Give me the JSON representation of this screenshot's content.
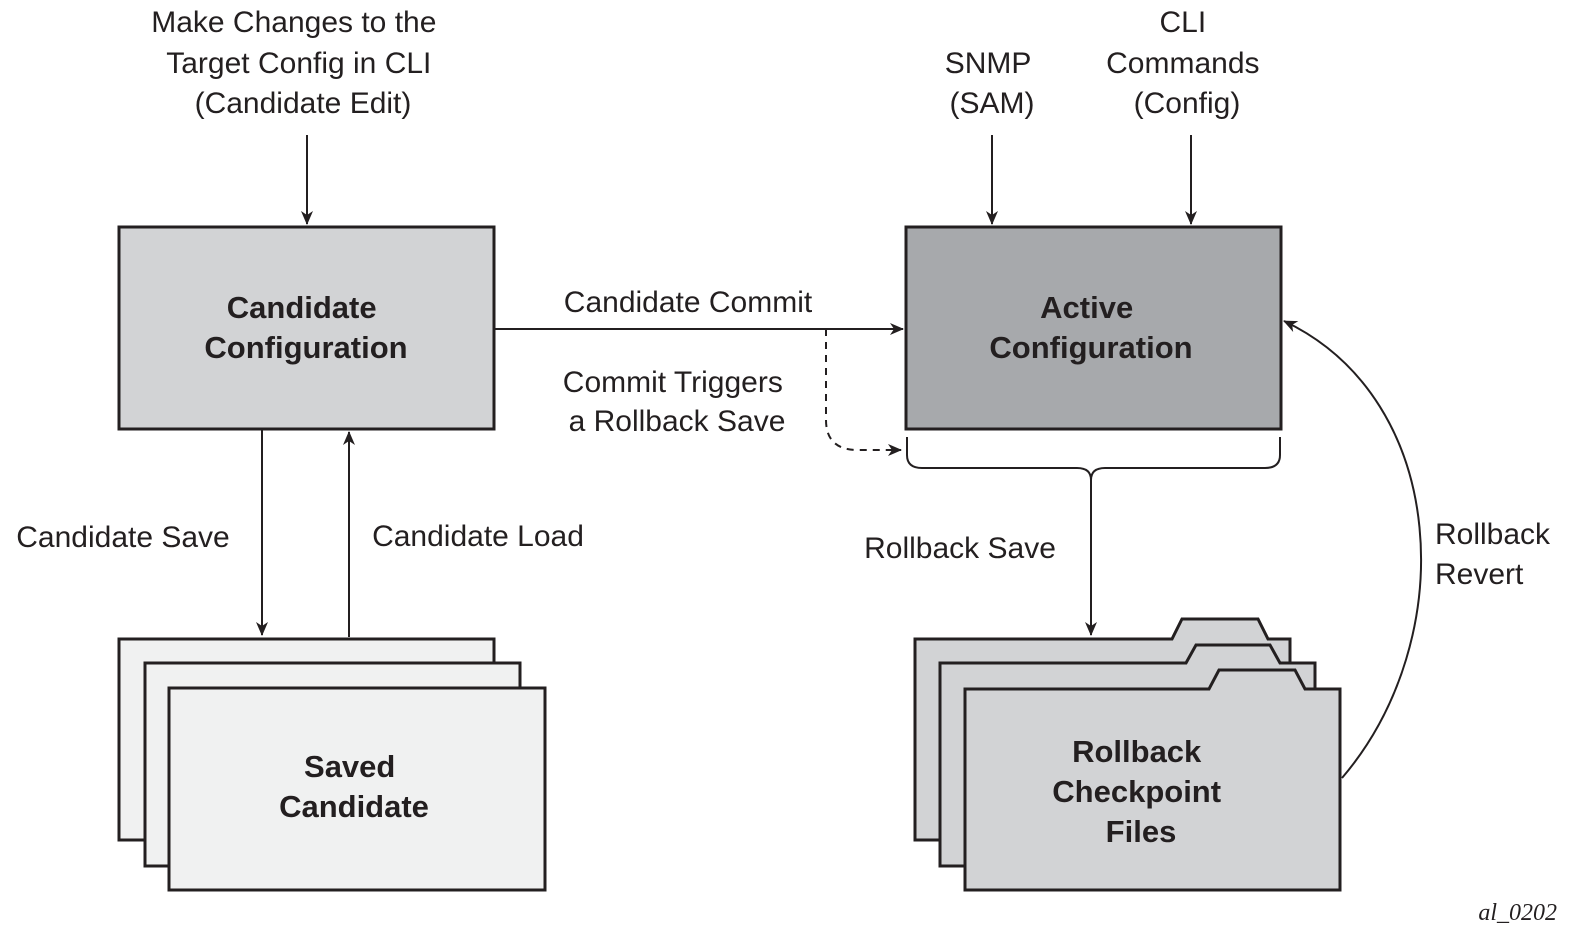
{
  "top_label": [
    "Make Changes to the",
    "Target Config in CLI",
    "(Candidate Edit)"
  ],
  "snmp_label": [
    "SNMP",
    "(SAM)"
  ],
  "cli_label": [
    "CLI",
    "Commands",
    "(Config)"
  ],
  "candidate_box": [
    "Candidate",
    "Configuration"
  ],
  "active_box": [
    "Active",
    "Configuration"
  ],
  "candidate_commit": "Candidate Commit",
  "commit_triggers": [
    "Commit Triggers",
    "a Rollback Save"
  ],
  "candidate_save": "Candidate Save",
  "candidate_load": "Candidate Load",
  "rollback_save": "Rollback Save",
  "rollback_revert": [
    "Rollback",
    "Revert"
  ],
  "saved_box": [
    "Saved",
    "Candidate"
  ],
  "rollback_files": [
    "Rollback",
    "Checkpoint",
    "Files"
  ],
  "figure_id": "al_0202",
  "colors": {
    "candidate_fill": "#d2d3d5",
    "active_fill": "#a7a9ac",
    "saved_fill": "#f0f1f1",
    "rollback_fill": "#d2d3d5",
    "stroke": "#231f20"
  }
}
